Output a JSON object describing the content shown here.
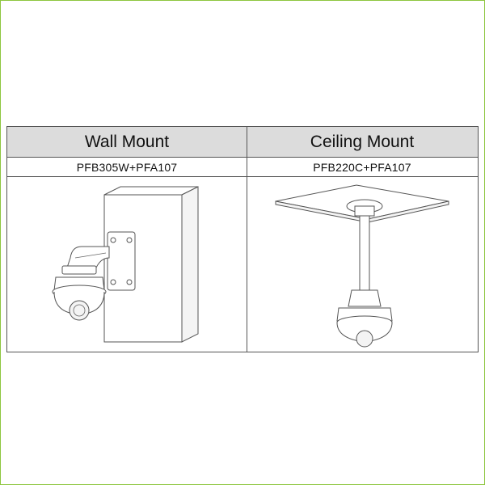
{
  "table": {
    "columns": [
      {
        "header": "Wall Mount",
        "model": "PFB305W+PFA107"
      },
      {
        "header": "Ceiling Mount",
        "model": "PFB220C+PFA107"
      }
    ]
  }
}
